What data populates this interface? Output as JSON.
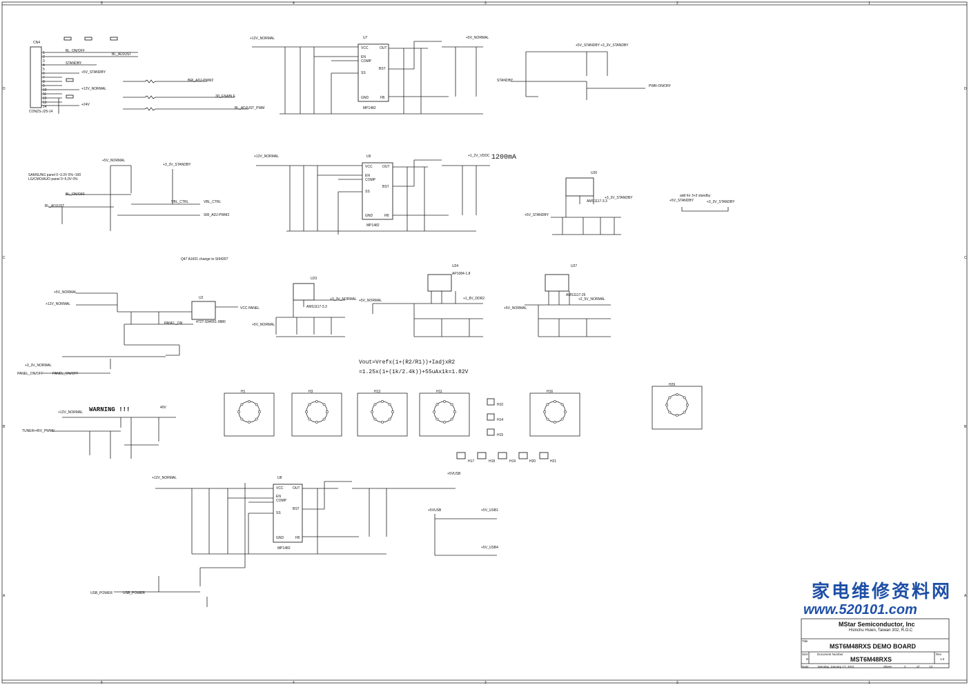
{
  "notes": {
    "current": "1200mA",
    "warning": "WARNING !!!",
    "vout1": "Vout=Vrefx(1+(R2/R1))+IadjxR2",
    "vout2": "=1.25x(1+(1k/2.4k))+55uAx1k=1.82V",
    "q47": "Q47 A1601 change to SI9435?",
    "samsung1": "SAMSUNG panel 0~3.3V 0%~100",
    "samsung2": "LG/CMO/AUO panel 0~5,0V 0%",
    "standby_note": "add for 3+3 standby"
  },
  "nets": {
    "v12": "+12V_NORMAL",
    "v5": "+5V_NORMAL",
    "v33": "+3_3V_STANDBY",
    "v5sb": "+5V_STANDBY",
    "v18": "+1_8V_DDR2",
    "v125": "+1_2V_VDDC",
    "v25": "+2_5V_NORMAL",
    "v33n": "+3_3V_NORMAL",
    "v40": "40V",
    "v24": "+24V",
    "v5usb": "+5VUSB",
    "v5usb1": "+5V_USB1",
    "v5usb4": "+5V_USB4",
    "pwr_onoff": "PWR-ON/OFF",
    "standby": "STANDBY",
    "bl_onoff": "BL_ON/OFF",
    "bl_adjust": "BL_ADJUST",
    "panel_onoff": "PANEL_ON/OFF",
    "panel_on": "PANEL_ON",
    "usb_power": "USB_POWER",
    "vbl_ctrl": "VBL_CTRL",
    "sri_adj": "SRI_ADJ-PWM2",
    "bri_adj": "BRI_ADJ-PWM2",
    "enable3d": "3D_ENABLE",
    "blpwm": "BL_ADJUST_PWM",
    "tuner": "TUNER+45V_PWM0",
    "vcc_panel": "VCC PANEL"
  },
  "refs": {
    "u7": "U7",
    "u6": "U6",
    "u8": "U8",
    "u20": "U20",
    "u23": "U23",
    "u24": "U24",
    "u27": "U27",
    "u2": "U2",
    "mp1482": "MP1482",
    "ams33": "AMS1117-3.3",
    "ams25": "AMS1117-25",
    "ap18": "AP1084-1.8",
    "cn4": "CN4",
    "cn4_part": "CONZS-J25-14",
    "sw2": "472T-S94051-0880",
    "pin_vcc": "VCC",
    "pin_en": "EN",
    "pin_comp": "COMP",
    "pin_ss": "SS",
    "pin_gnd": "GND",
    "pin_out": "OUT",
    "pin_bst": "BST",
    "pin_fb": "FB"
  },
  "holes": [
    "H1",
    "H3",
    "H13",
    "H11",
    "H16",
    "H29"
  ],
  "small_holes": [
    "H17",
    "H18",
    "H19",
    "H20",
    "H21"
  ],
  "side_holes": [
    "H10",
    "H14",
    "H15"
  ],
  "titleblock": {
    "company": "MStar Semiconductor, Inc",
    "address": "Hsinchu Hsien, Taiwan 302, R.O.C",
    "title_label": "Title",
    "title": "MST6M48RXS DEMO BOARD",
    "size_label": "Size",
    "size": "D",
    "docnum_label": "Document Number",
    "docnum": "MST6M48RXS",
    "rev_label": "Rev",
    "rev": "1.0",
    "date_label": "Date:",
    "date": "Monday, January 17, 2011",
    "sheet_label": "Sheet",
    "sheet": "2",
    "of_label": "of",
    "of": "13"
  },
  "watermark": {
    "cn": "家电维修资料网",
    "url": "www.520101.com"
  },
  "border": {
    "top": [
      "5",
      "4",
      "3",
      "2",
      "1"
    ],
    "side": [
      "D",
      "C",
      "B",
      "A"
    ]
  }
}
